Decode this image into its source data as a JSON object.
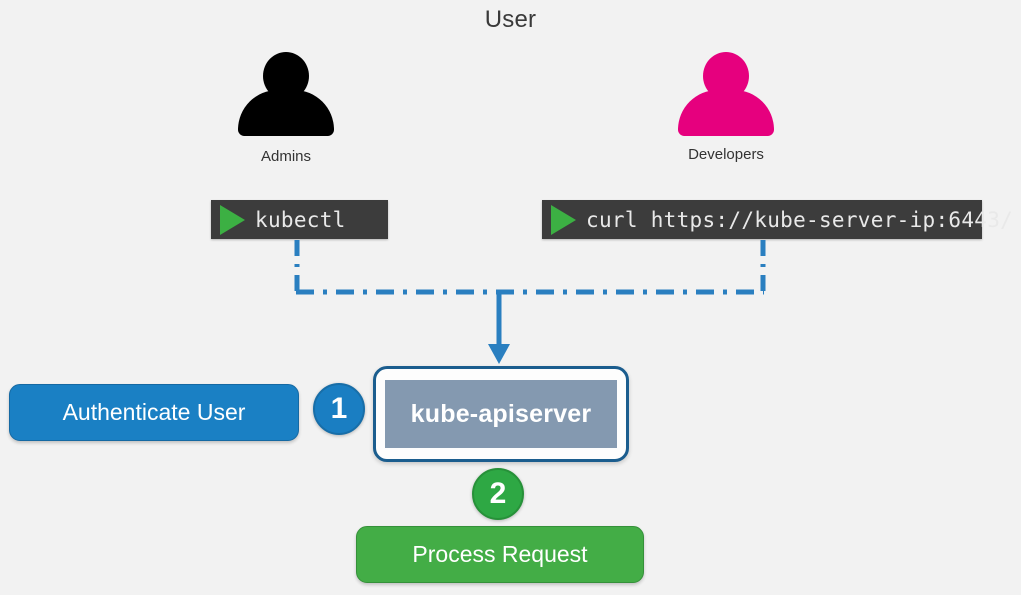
{
  "diagram": {
    "title": "User",
    "background_color": "#f2f2f2",
    "actors": [
      {
        "id": "admins",
        "label": "Admins",
        "icon": "person-icon",
        "color": "#000000"
      },
      {
        "id": "developers",
        "label": "Developers",
        "icon": "person-icon",
        "color": "#e6007e"
      }
    ],
    "terminals": [
      {
        "id": "kubectl",
        "command": "kubectl",
        "icon": "play-triangle-icon",
        "background_color": "#3c3c3c",
        "icon_color": "#3cb043",
        "text_color": "#e9e9e9"
      },
      {
        "id": "curl",
        "command": "curl https://kube-server-ip:6443/",
        "icon": "play-triangle-icon",
        "background_color": "#3c3c3c",
        "icon_color": "#3cb043",
        "text_color": "#e9e9e9"
      }
    ],
    "connector": {
      "style": "dash-dot",
      "color": "#2a7fc0",
      "arrow_target": "kube-apiserver"
    },
    "apiserver": {
      "label": "kube-apiserver",
      "border_color": "#1b5d8e",
      "inner_color": "#8499b0",
      "text_color": "#ffffff"
    },
    "steps": [
      {
        "number": "1",
        "label": "Authenticate User",
        "badge_color": "#1a7ec2",
        "pill_color": "#1a80c4"
      },
      {
        "number": "2",
        "label": "Process Request",
        "badge_color": "#2ea844",
        "pill_color": "#43ad46"
      }
    ]
  }
}
